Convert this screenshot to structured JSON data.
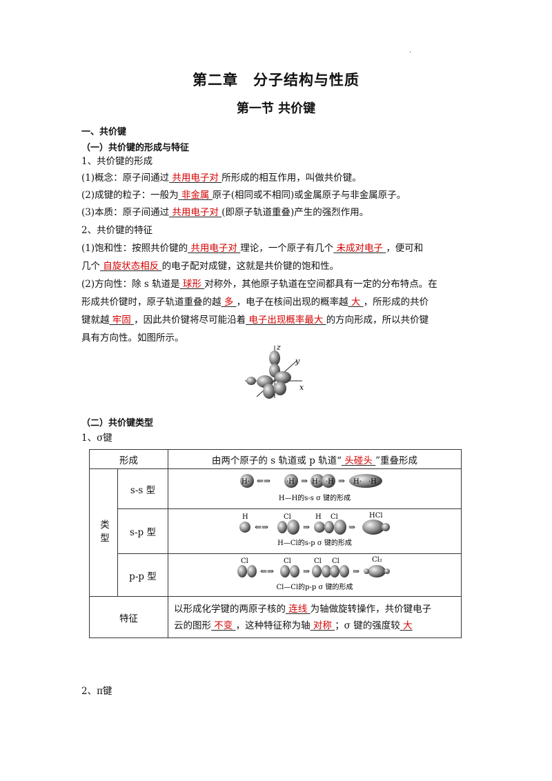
{
  "header_dot": ".",
  "title": "第二章　分子结构与性质",
  "subtitle": "第一节 共价键",
  "s1": "一、共价键",
  "s1_1": "（一）共价键的形成与特征",
  "p1": "1、共价键的形成",
  "l1": {
    "a": "(1)概念：原子间通过",
    "b": "  共用电子对  ",
    "c": "所形成的相互作用，叫做共价键。"
  },
  "l2": {
    "a": "(2)成键的粒子：一般为",
    "b": "  非金属  ",
    "c": "原子(相同或不相同)或金属原子与非金属原子。"
  },
  "l3": {
    "a": "(3)本质：原子间通过",
    "b": "  共用电子对  ",
    "c": "(即原子轨道重叠)产生的强烈作用。"
  },
  "p2": "2、共价键的特征",
  "l4": {
    "a": "(1)饱和性：按照共价键的",
    "b": "  共用电子对  ",
    "c": "理论，一个原子有几个",
    "d": "  未成对电子  ",
    "e": "，便可和"
  },
  "l5": {
    "a": "几个",
    "b": "  自旋状态相反  ",
    "c": "的电子配对成键，这就是共价键的饱和性。"
  },
  "l6": {
    "a": "(2)方向性：除 s 轨道是",
    "b": "  球形  ",
    "c": "对称外，其他原子轨道在空间都具有一定的分布特点。在"
  },
  "l7": {
    "a": "形成共价键时，原子轨道重叠的越",
    "b": "  多  ",
    "c": "，电子在核间出现的概率越",
    "d": "  大  ",
    "e": "，所形成的共价"
  },
  "l8": {
    "a": "键就越",
    "b": "  牢固  ",
    "c": "，因此共价键将尽可能沿着",
    "d": "  电子出现概率最大  ",
    "e": "的方向形成，所以共价键"
  },
  "l9": "具有方向性。如图所示。",
  "fig_axes": {
    "z": "z",
    "y": "y",
    "x": "x"
  },
  "s1_2": "（二）共价键类型",
  "p3": "1、σ键",
  "table": {
    "row1_label": "形成",
    "row1_a": "由两个原子的 s 轨道或 p 轨道“",
    "row1_b": "  头碰头  ",
    "row1_c": "”重叠形成",
    "type_label": "类型",
    "ss_label": "s-s 型",
    "ss_caption": "H—H的s-s σ 键的形成",
    "ss_atoms": [
      "H·",
      "·H",
      "H·",
      "·H",
      "H·",
      "·H"
    ],
    "sp_label": "s-p 型",
    "sp_caption": "H—Cl的s-p σ 键的形成",
    "sp_atoms": [
      "H",
      "Cl",
      "H",
      "Cl",
      "HCl"
    ],
    "pp_label": "p-p 型",
    "pp_caption": "Cl—Cl的p-p σ 键的形成",
    "pp_atoms": [
      "Cl",
      "Cl",
      "Cl",
      "Cl",
      "Cl₂"
    ],
    "feat_label": "特征",
    "feat1": {
      "a": "以形成化学键的两原子核的",
      "b": "  连线  ",
      "c": "为轴做旋转操作，共价键电子"
    },
    "feat2": {
      "a": "云的图形",
      "b": "  不变  ",
      "c": "，这种特征称为轴",
      "d": "  对称  ",
      "e": "；σ 键的强度较",
      "f": "  大  "
    }
  },
  "p4": "2、π键"
}
